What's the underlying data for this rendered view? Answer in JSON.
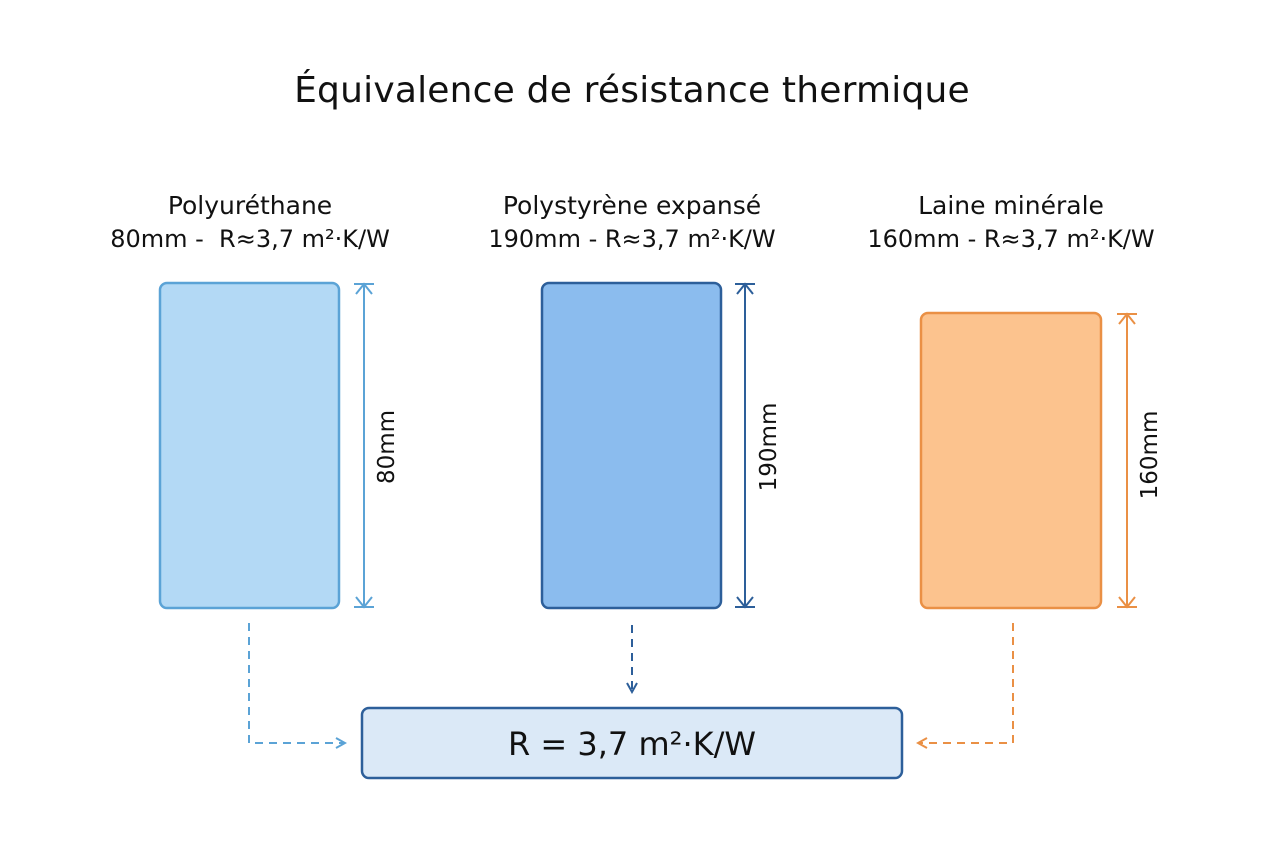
{
  "title": "Équivalence de résistance thermique",
  "materials": [
    {
      "name": "Polyuréthane",
      "spec": "80mm -  R≈3,7 m²·K/W",
      "thickness_label": "80mm",
      "fill": "#b3d9f5",
      "stroke": "#5ba3d6"
    },
    {
      "name": "Polystyrène expansé",
      "spec": "190mm - R≈3,7 m²·K/W",
      "thickness_label": "190mm",
      "fill": "#8bbcee",
      "stroke": "#2d5f9a"
    },
    {
      "name": "Laine minérale",
      "spec": "160mm - R≈3,7 m²·K/W",
      "thickness_label": "160mm",
      "fill": "#fcc38e",
      "stroke": "#ea9045"
    }
  ],
  "result": {
    "label": "R = 3,7 m²·K/W",
    "fill": "#dbe9f7",
    "stroke": "#2d5f9a"
  }
}
